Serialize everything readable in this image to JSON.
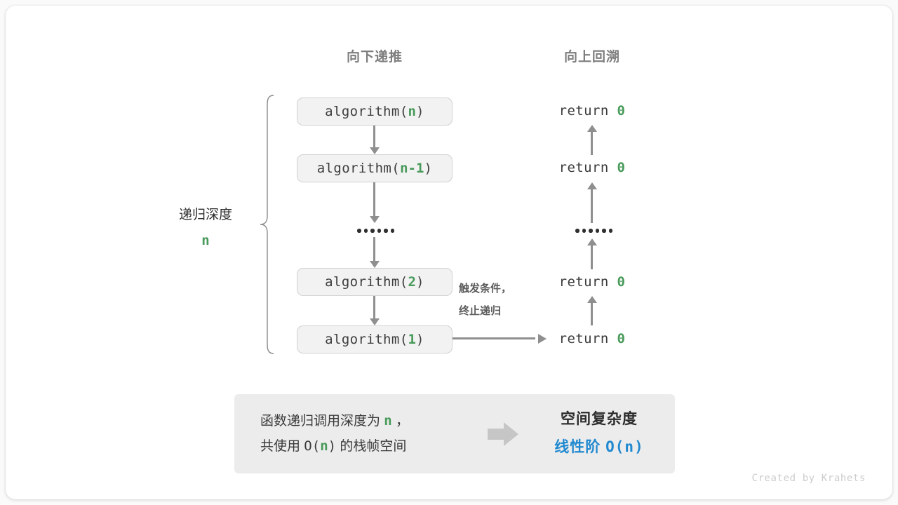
{
  "headers": {
    "down": "向下递推",
    "up": "向上回溯"
  },
  "depth_bracket": {
    "label": "递归深度",
    "value": "n"
  },
  "call_stack": [
    {
      "prefix": "algorithm(",
      "arg": "n",
      "suffix": ")"
    },
    {
      "prefix": "algorithm(",
      "arg": "n-1",
      "suffix": ")"
    },
    {
      "prefix": "algorithm(",
      "arg": "2",
      "suffix": ")"
    },
    {
      "prefix": "algorithm(",
      "arg": "1",
      "suffix": ")"
    }
  ],
  "ellipsis_glyph": "••••••",
  "returns": [
    {
      "keyword": "return",
      "value": "0"
    },
    {
      "keyword": "return",
      "value": "0"
    },
    {
      "keyword": "return",
      "value": "0"
    },
    {
      "keyword": "return",
      "value": "0"
    }
  ],
  "trigger_note": {
    "line1": "触发条件，",
    "line2": "终止递归"
  },
  "summary": {
    "left_line1_pre": "函数递归调用深度为",
    "left_line1_var": "n",
    "left_line1_post": "，",
    "left_line2_pre": "共使用",
    "left_line2_o": "O(",
    "left_line2_var": "n",
    "left_line2_close": ")",
    "left_line2_post": "的栈帧空间",
    "arrow_icon": "right-block-arrow",
    "right_title": "空间复杂度",
    "right_value_label": "线性阶",
    "right_value_expr_pre": "O(",
    "right_value_expr_var": "n",
    "right_value_expr_post": ")"
  },
  "watermark": "Created by Krahets",
  "colors": {
    "green": "#489a5a",
    "blue": "#2089d0",
    "box_fill": "#f2f2f2",
    "box_border": "#d2d2d2",
    "panel_fill": "#ececec",
    "arrow_gray": "#8f8f8f",
    "header_gray": "#7d7d7d"
  }
}
